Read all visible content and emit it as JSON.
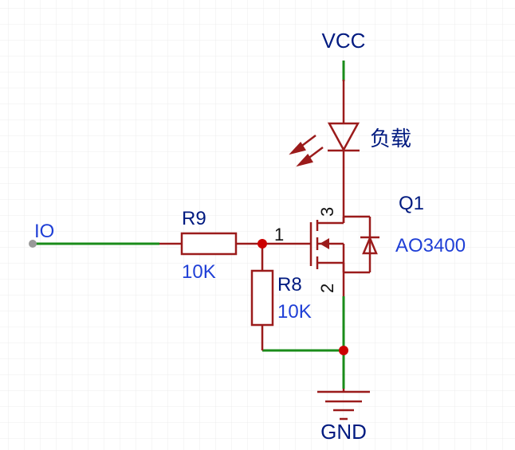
{
  "labels": {
    "power": "VCC",
    "load": "负载",
    "transistor_ref": "Q1",
    "transistor_part": "AO3400",
    "input_net": "IO",
    "r_series_ref": "R9",
    "r_series_value": "10K",
    "r_pulldown_ref": "R8",
    "r_pulldown_value": "10K",
    "pin_gate": "1",
    "pin_drain": "3",
    "pin_source": "2",
    "ground": "GND"
  },
  "colors": {
    "wire": "#1a8c1a",
    "component": "#9b1b1b",
    "junction": "#cc0000",
    "ref_text": "#001a80",
    "value_text": "#1f3fd6",
    "grid": "#ededed"
  }
}
